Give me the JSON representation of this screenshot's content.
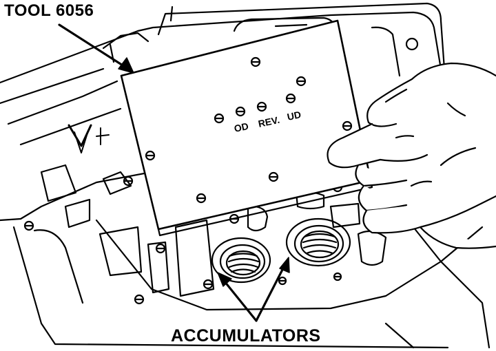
{
  "labels": {
    "tool": "TOOL 6056",
    "accumulators": "ACCUMULATORS"
  },
  "plate_markings": {
    "od": "OD",
    "rev": "REV.",
    "ud": "UD"
  },
  "colors": {
    "ink": "#000000",
    "paper": "#ffffff"
  }
}
